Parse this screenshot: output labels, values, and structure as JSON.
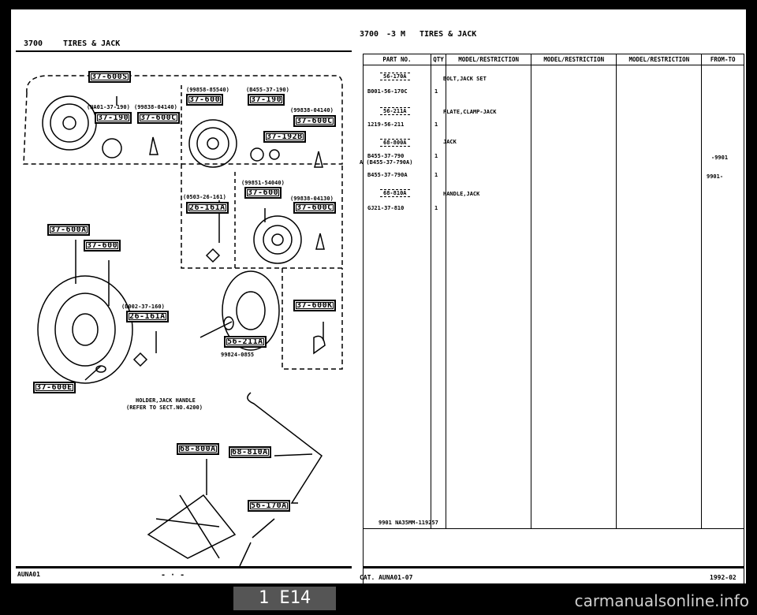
{
  "header_left": {
    "code": "3700",
    "title": "TIRES & JACK"
  },
  "header_right": {
    "code": "3700",
    "suffix": "-3 M",
    "title": "TIRES & JACK"
  },
  "diagram": {
    "refs": [
      "37-600S",
      "37-600",
      "37-190",
      "37-190",
      "37-600C",
      "37-600C",
      "37-192B",
      "37-600",
      "37-600C",
      "26-161A",
      "37-600A",
      "37-600",
      "26-161A",
      "37-600K",
      "56-211A",
      "37-600E",
      "68-800A",
      "68-810A",
      "56-170A"
    ],
    "notes": [
      "(NA01-37-190)",
      "(99838-04140)",
      "(99858-85540)",
      "(B455-37-190)",
      "(99838-04140)",
      "(99851-54040)",
      "(0503-26-161)",
      "(99838-04130)",
      "(B002-37-160)",
      "99824-0855",
      "HOLDER,JACK HANDLE",
      "(REFER TO SECT.NO.4200)"
    ]
  },
  "table": {
    "headers": [
      "PART NO.",
      "QTY",
      "MODEL/RESTRICTION",
      "MODEL/RESTRICTION",
      "MODEL/RESTRICTION",
      "FROM-TO"
    ],
    "rows": [
      {
        "ref": "56-170A",
        "part": "B001-56-170C",
        "qty": "1",
        "desc": "BOLT,JACK SET",
        "from_to": ""
      },
      {
        "ref": "56-211A",
        "part": "1219-56-211",
        "qty": "1",
        "desc": "PLATE,CLAMP-JACK",
        "from_to": ""
      },
      {
        "ref": "68-800A",
        "part": "B455-37-790",
        "alt": "A (B455-37-790A)",
        "qty": "1",
        "desc": "JACK",
        "from_to": "-9901"
      },
      {
        "ref": "",
        "part": "B455-37-790A",
        "qty": "1",
        "desc": "",
        "from_to": "9901-"
      },
      {
        "ref": "68-810A",
        "part": "GJ21-37-810",
        "qty": "1",
        "desc": "HANDLE,JACK",
        "from_to": ""
      }
    ],
    "footnote": "9901 NA35MM-119257"
  },
  "footer": {
    "left": "AUNA01",
    "mid": "- · -",
    "cat": "CAT. AUNA01-07",
    "date": "1992-02",
    "tab": "1 E14"
  },
  "watermark": "carmanualsonline.info"
}
